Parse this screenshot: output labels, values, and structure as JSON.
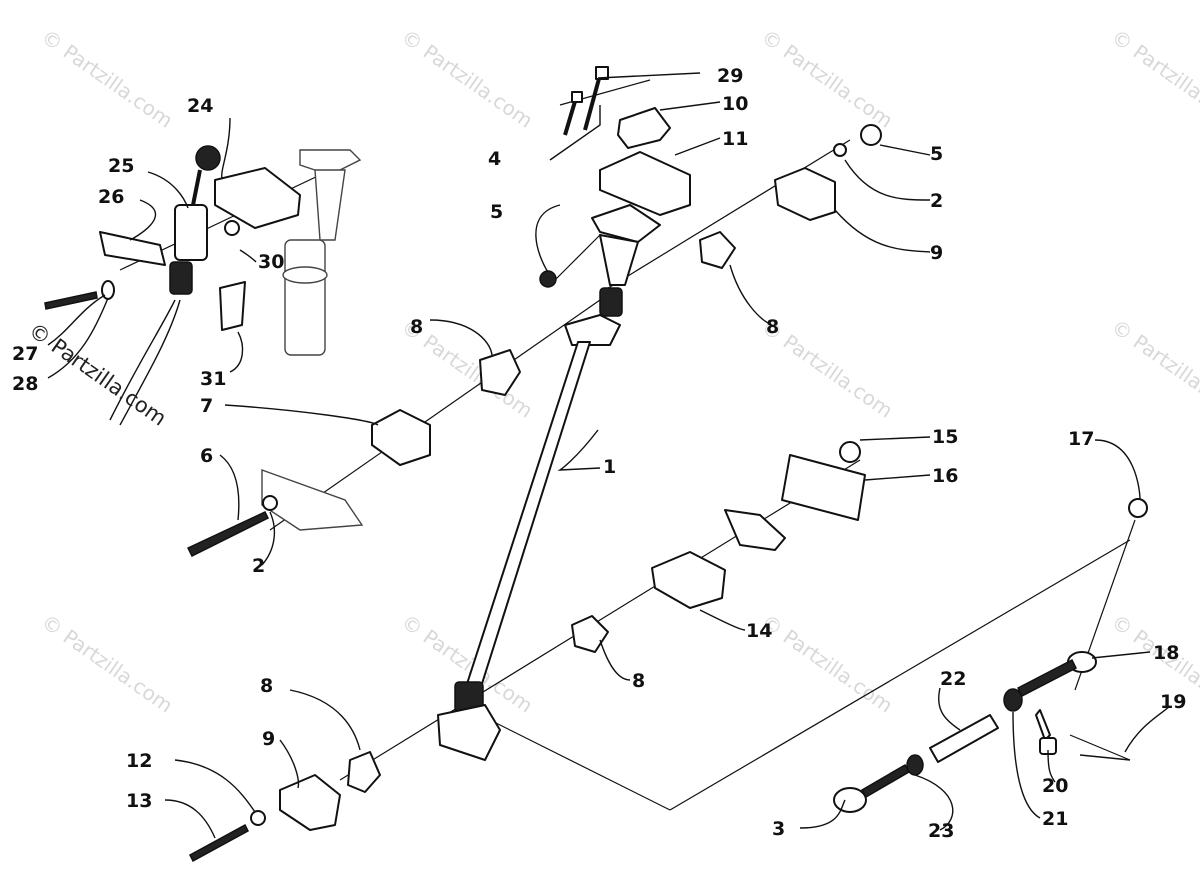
{
  "watermark": {
    "text": "© Partzilla.com",
    "color": "#d8d8d8"
  },
  "brand_stamp": {
    "text": "© Partzilla.com"
  },
  "callouts": [
    {
      "id": "c1",
      "label": "1"
    },
    {
      "id": "c2a",
      "label": "2"
    },
    {
      "id": "c2b",
      "label": "2"
    },
    {
      "id": "c3",
      "label": "3"
    },
    {
      "id": "c4",
      "label": "4"
    },
    {
      "id": "c5a",
      "label": "5"
    },
    {
      "id": "c5b",
      "label": "5"
    },
    {
      "id": "c6",
      "label": "6"
    },
    {
      "id": "c7",
      "label": "7"
    },
    {
      "id": "c8a",
      "label": "8"
    },
    {
      "id": "c8b",
      "label": "8"
    },
    {
      "id": "c8c",
      "label": "8"
    },
    {
      "id": "c8d",
      "label": "8"
    },
    {
      "id": "c9a",
      "label": "9"
    },
    {
      "id": "c9b",
      "label": "9"
    },
    {
      "id": "c10",
      "label": "10"
    },
    {
      "id": "c11",
      "label": "11"
    },
    {
      "id": "c12",
      "label": "12"
    },
    {
      "id": "c13",
      "label": "13"
    },
    {
      "id": "c14",
      "label": "14"
    },
    {
      "id": "c15",
      "label": "15"
    },
    {
      "id": "c16",
      "label": "16"
    },
    {
      "id": "c17",
      "label": "17"
    },
    {
      "id": "c18",
      "label": "18"
    },
    {
      "id": "c19",
      "label": "19"
    },
    {
      "id": "c20",
      "label": "20"
    },
    {
      "id": "c21",
      "label": "21"
    },
    {
      "id": "c22",
      "label": "22"
    },
    {
      "id": "c23",
      "label": "23"
    },
    {
      "id": "c24",
      "label": "24"
    },
    {
      "id": "c25",
      "label": "25"
    },
    {
      "id": "c26",
      "label": "26"
    },
    {
      "id": "c27",
      "label": "27"
    },
    {
      "id": "c28",
      "label": "28"
    },
    {
      "id": "c29",
      "label": "29"
    },
    {
      "id": "c30",
      "label": "30"
    },
    {
      "id": "c31",
      "label": "31"
    }
  ]
}
